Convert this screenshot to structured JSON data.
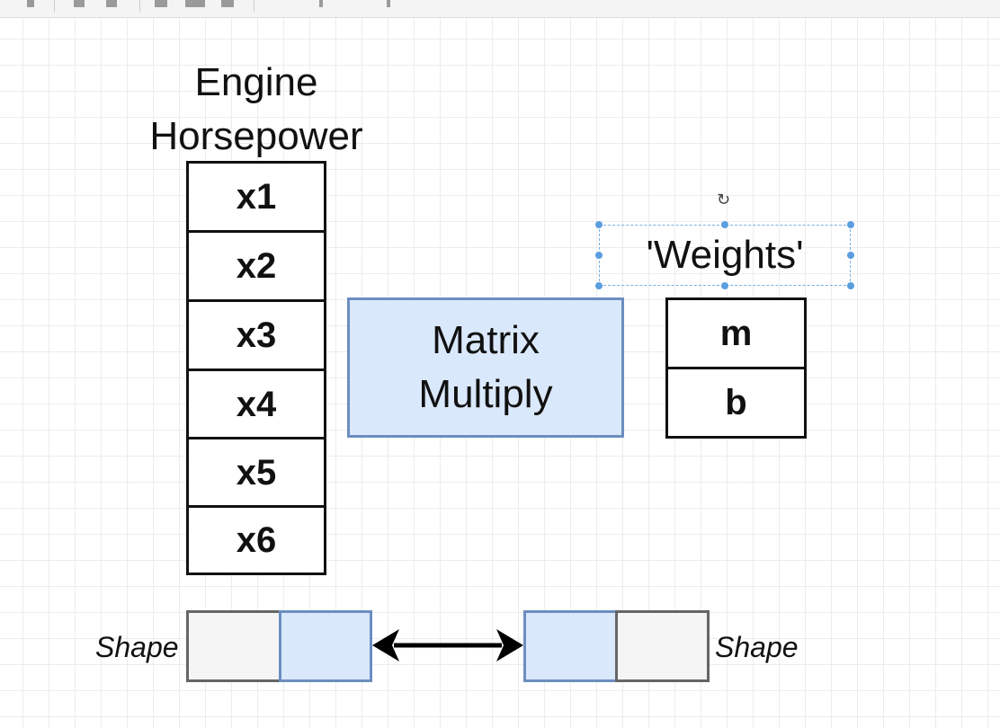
{
  "diagram": {
    "title_lines": [
      "Engine",
      "Horsepower"
    ],
    "features": [
      "x1",
      "x2",
      "x3",
      "x4",
      "x5",
      "x6"
    ],
    "operation_lines": [
      "Matrix",
      "Multiply"
    ],
    "weights_label": "'Weights'",
    "weights": [
      "m",
      "b"
    ],
    "shape_left_label": "Shape",
    "shape_right_label": "Shape"
  },
  "colors": {
    "blue_fill": "#dae8fc",
    "blue_stroke": "#6c8ebf",
    "gray_fill": "#f5f5f5",
    "gray_stroke": "#666666",
    "selection": "#5b9ee0"
  },
  "icons": {
    "rotate": "rotate-handle-icon"
  }
}
